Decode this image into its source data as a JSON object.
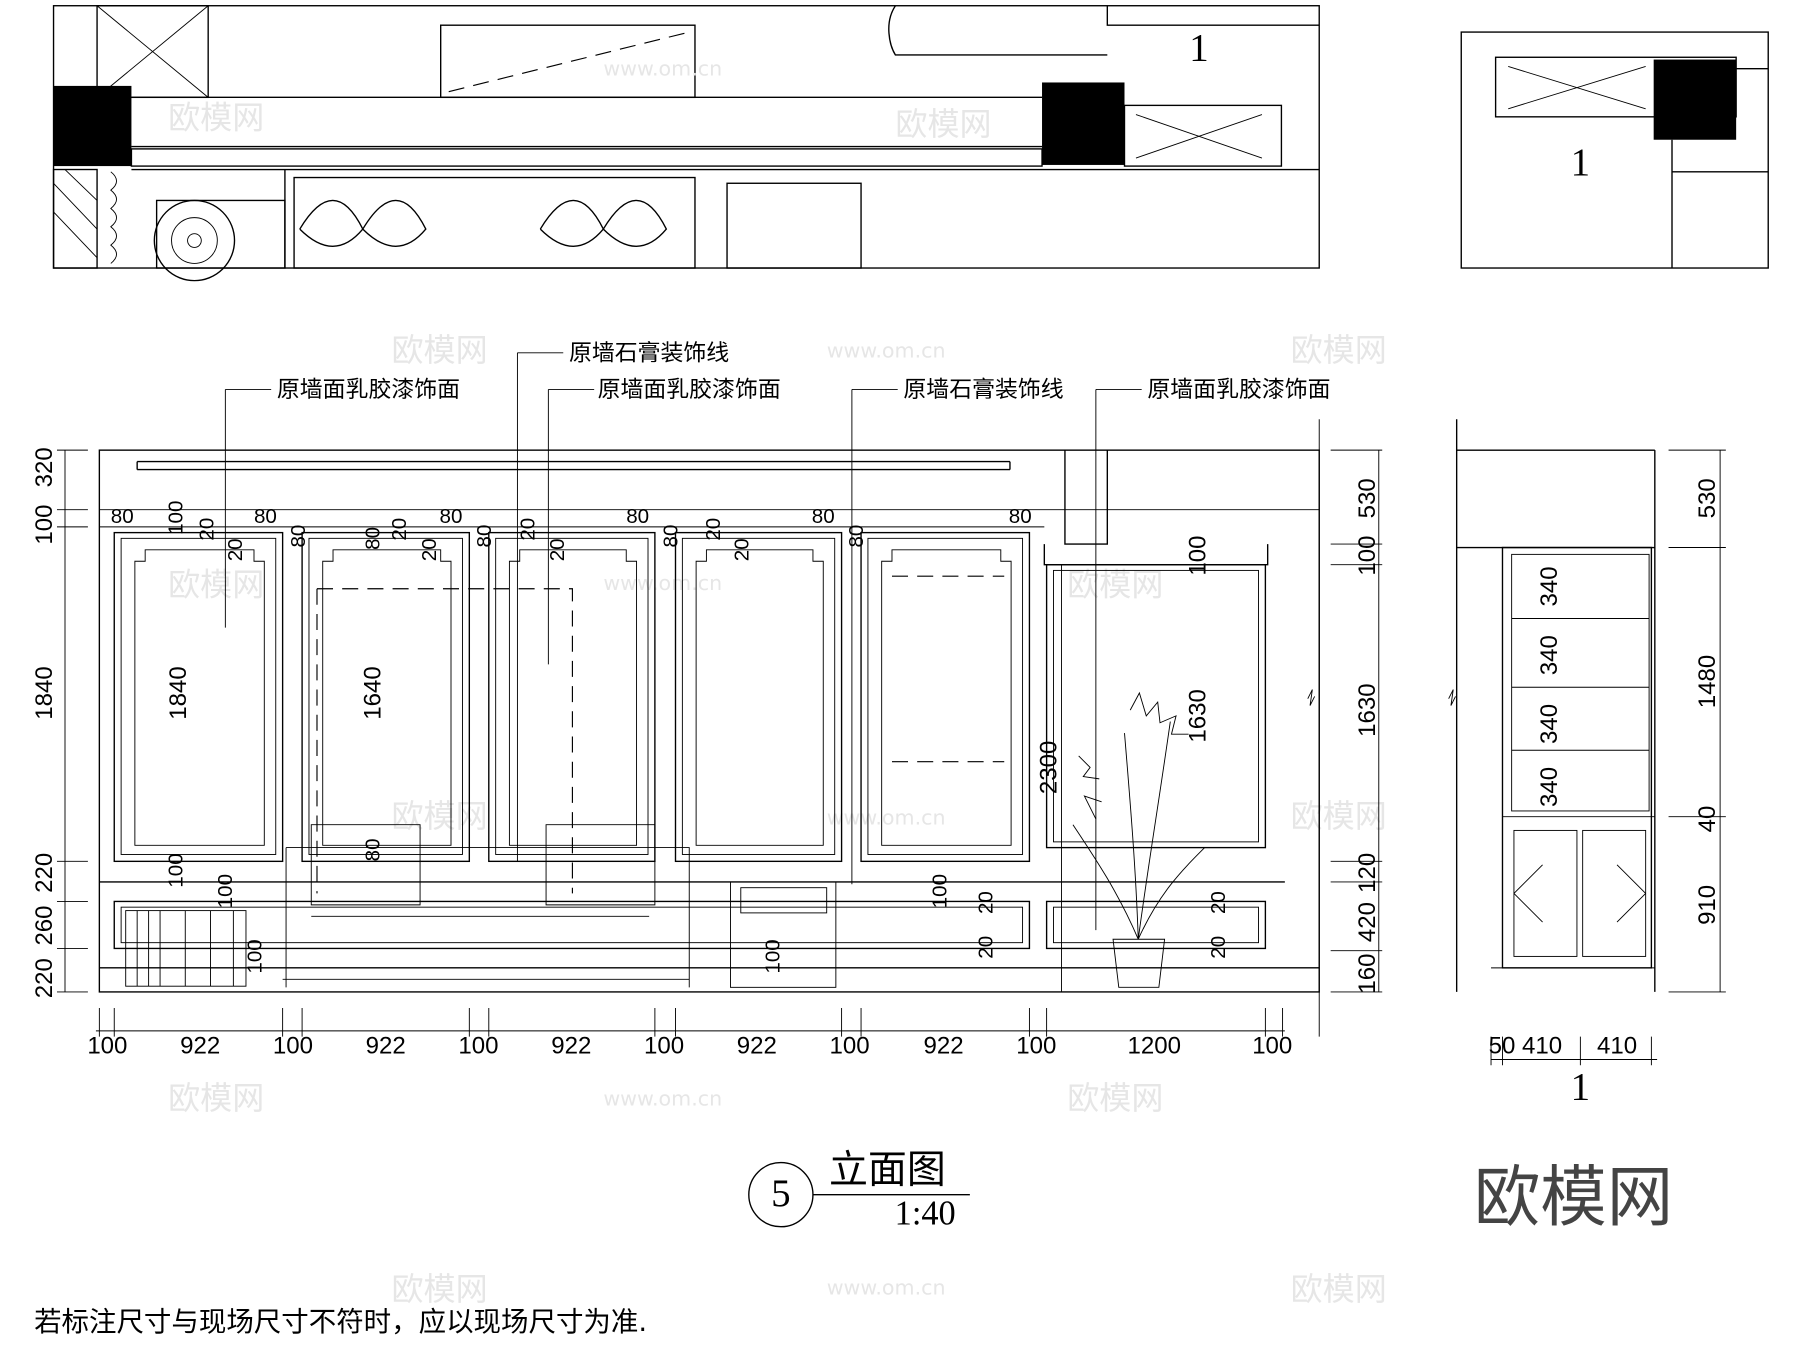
{
  "labels": {
    "latex_1": "原墙面乳胶漆饰面",
    "gypsum_1": "原墙石膏装饰线",
    "latex_2": "原墙面乳胶漆饰面",
    "gypsum_2": "原墙石膏装饰线",
    "latex_3": "原墙面乳胶漆饰面"
  },
  "section_marks": [
    "1",
    "1",
    "1"
  ],
  "dims": {
    "bottom": [
      "100",
      "922",
      "100",
      "922",
      "100",
      "922",
      "100",
      "922",
      "100",
      "922",
      "100",
      "1200",
      "100"
    ],
    "left": [
      "100",
      "320",
      "1840",
      "220",
      "260",
      "220"
    ],
    "inner": [
      "1840",
      "1640",
      "2300",
      "1630",
      "100"
    ],
    "top_small": [
      "80",
      "80",
      "80",
      "80",
      "80",
      "80"
    ],
    "panel_small": [
      "100",
      "20",
      "20",
      "80",
      "80",
      "20",
      "20",
      "80",
      "20",
      "20",
      "80",
      "20",
      "20",
      "80",
      "100",
      "100",
      "100",
      "20",
      "20",
      "100",
      "100",
      "20",
      "20",
      "80"
    ],
    "right": [
      "530",
      "100",
      "1630",
      "120",
      "420",
      "160"
    ],
    "side_right": [
      "530",
      "1480",
      "40",
      "910"
    ],
    "side_shelves": [
      "340",
      "340",
      "340",
      "340"
    ],
    "side_bottom": [
      "50 410",
      "410"
    ]
  },
  "title": {
    "number": "5",
    "name": "立面图",
    "scale": "1:40"
  },
  "note": "若标注尺寸与现场尺寸不符时，应以现场尺寸为准.",
  "watermark": {
    "logo": "欧模网",
    "site": "www.om.cn"
  }
}
